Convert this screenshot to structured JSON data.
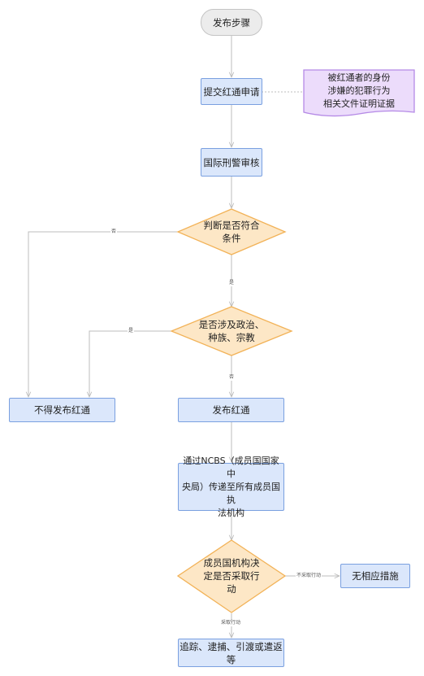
{
  "nodes": {
    "start": "发布步骤",
    "submit": "提交红通申请",
    "review": "国际刑警审核",
    "check_conditions": "判断是否符合\n条件",
    "check_political": "是否涉及政治、\n种族、宗教",
    "no_notice": "不得发布红通",
    "publish": "发布红通",
    "transmit": "通过NCBS（成员国国家中\n央局）传递至所有成员国执\n法机构",
    "decide_action": "成员国机构决\n定是否采取行\n动",
    "no_measures": "无相应措施",
    "pursue": "追踪、逮捕、引渡或遣返等"
  },
  "note": "被红通者的身份\n涉嫌的犯罪行为\n相关文件证明证据",
  "edge_labels": {
    "conditions_no": "否",
    "conditions_yes": "是",
    "political_yes": "是",
    "political_no": "否",
    "action_no": "不采取行动",
    "action_yes": "采取行动"
  },
  "colors": {
    "process_fill": "#dbe7fb",
    "process_border": "#7aa0e0",
    "decision_fill": "#fde7c6",
    "decision_border": "#f2b257",
    "note_fill": "#ecdcfb",
    "note_border": "#b58ae6",
    "terminal_fill": "#ececec",
    "connector": "#bcbcbc"
  }
}
